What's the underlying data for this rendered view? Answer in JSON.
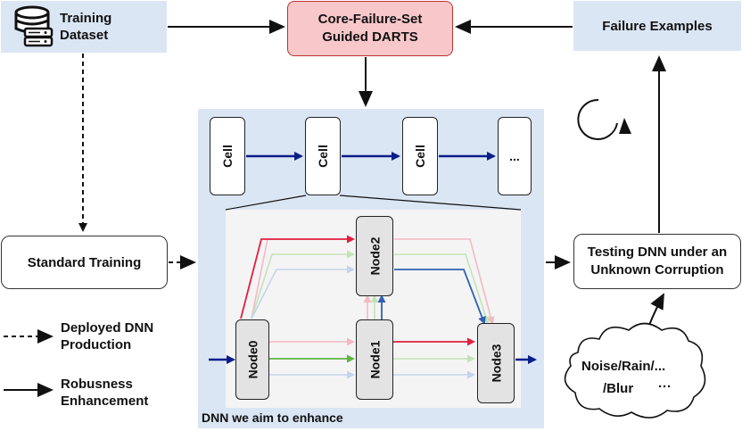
{
  "top": {
    "training_dataset": "Training\nDataset",
    "cfs_darts": "Core-Failure-Set\nGuided DARTS",
    "failure_examples": "Failure Examples"
  },
  "cells": [
    "Cell",
    "Cell",
    "Cell",
    "..."
  ],
  "nodes": [
    "Node0",
    "Node1",
    "Node2",
    "Node3"
  ],
  "dnn_caption": "DNN we aim to enhance",
  "standard_training": "Standard Training",
  "testing": "Testing DNN under an\nUnknown Corruption",
  "corruption_cloud": {
    "line1": "Noise/Rain/...",
    "line2": "/Blur",
    "line3": "···"
  },
  "legend": {
    "dashed": "Deployed DNN\nProduction",
    "solid": "Robusness\nEnhancement"
  },
  "colors": {
    "light_blue": "#dbe6f4",
    "pink_box": "#f8c7c9",
    "gray_box": "#e3e3e3",
    "dark_blue": "#0a1e8a",
    "red": "#e1203f",
    "green": "#5fb443",
    "blue": "#2f62b4"
  }
}
